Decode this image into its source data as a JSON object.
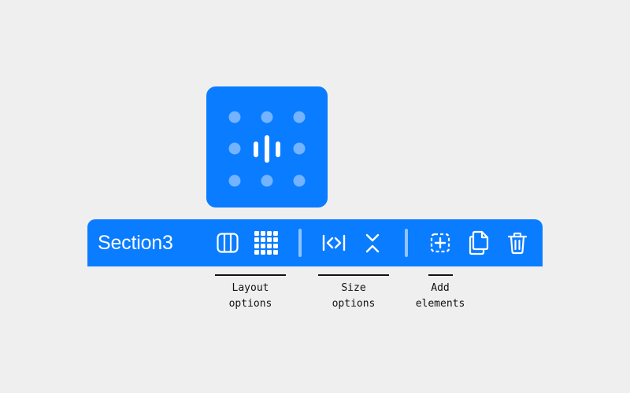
{
  "card": {
    "icon": "audio-bars-icon",
    "dots_icon": "dot-grid-icon"
  },
  "toolbar": {
    "title": "Section3",
    "layout_buttons": [
      {
        "icon": "columns-icon"
      },
      {
        "icon": "grid-icon"
      }
    ],
    "size_buttons": [
      {
        "icon": "expand-horizontal-icon"
      },
      {
        "icon": "collapse-vertical-icon"
      }
    ],
    "element_buttons": [
      {
        "icon": "add-element-icon"
      },
      {
        "icon": "duplicate-icon"
      },
      {
        "icon": "trash-icon"
      }
    ]
  },
  "groups": {
    "layout": "Layout\noptions",
    "size": "Size\noptions",
    "add": "Add\nelements"
  },
  "colors": {
    "accent": "#0a7cff",
    "background": "#efefef",
    "text": "#111111"
  }
}
